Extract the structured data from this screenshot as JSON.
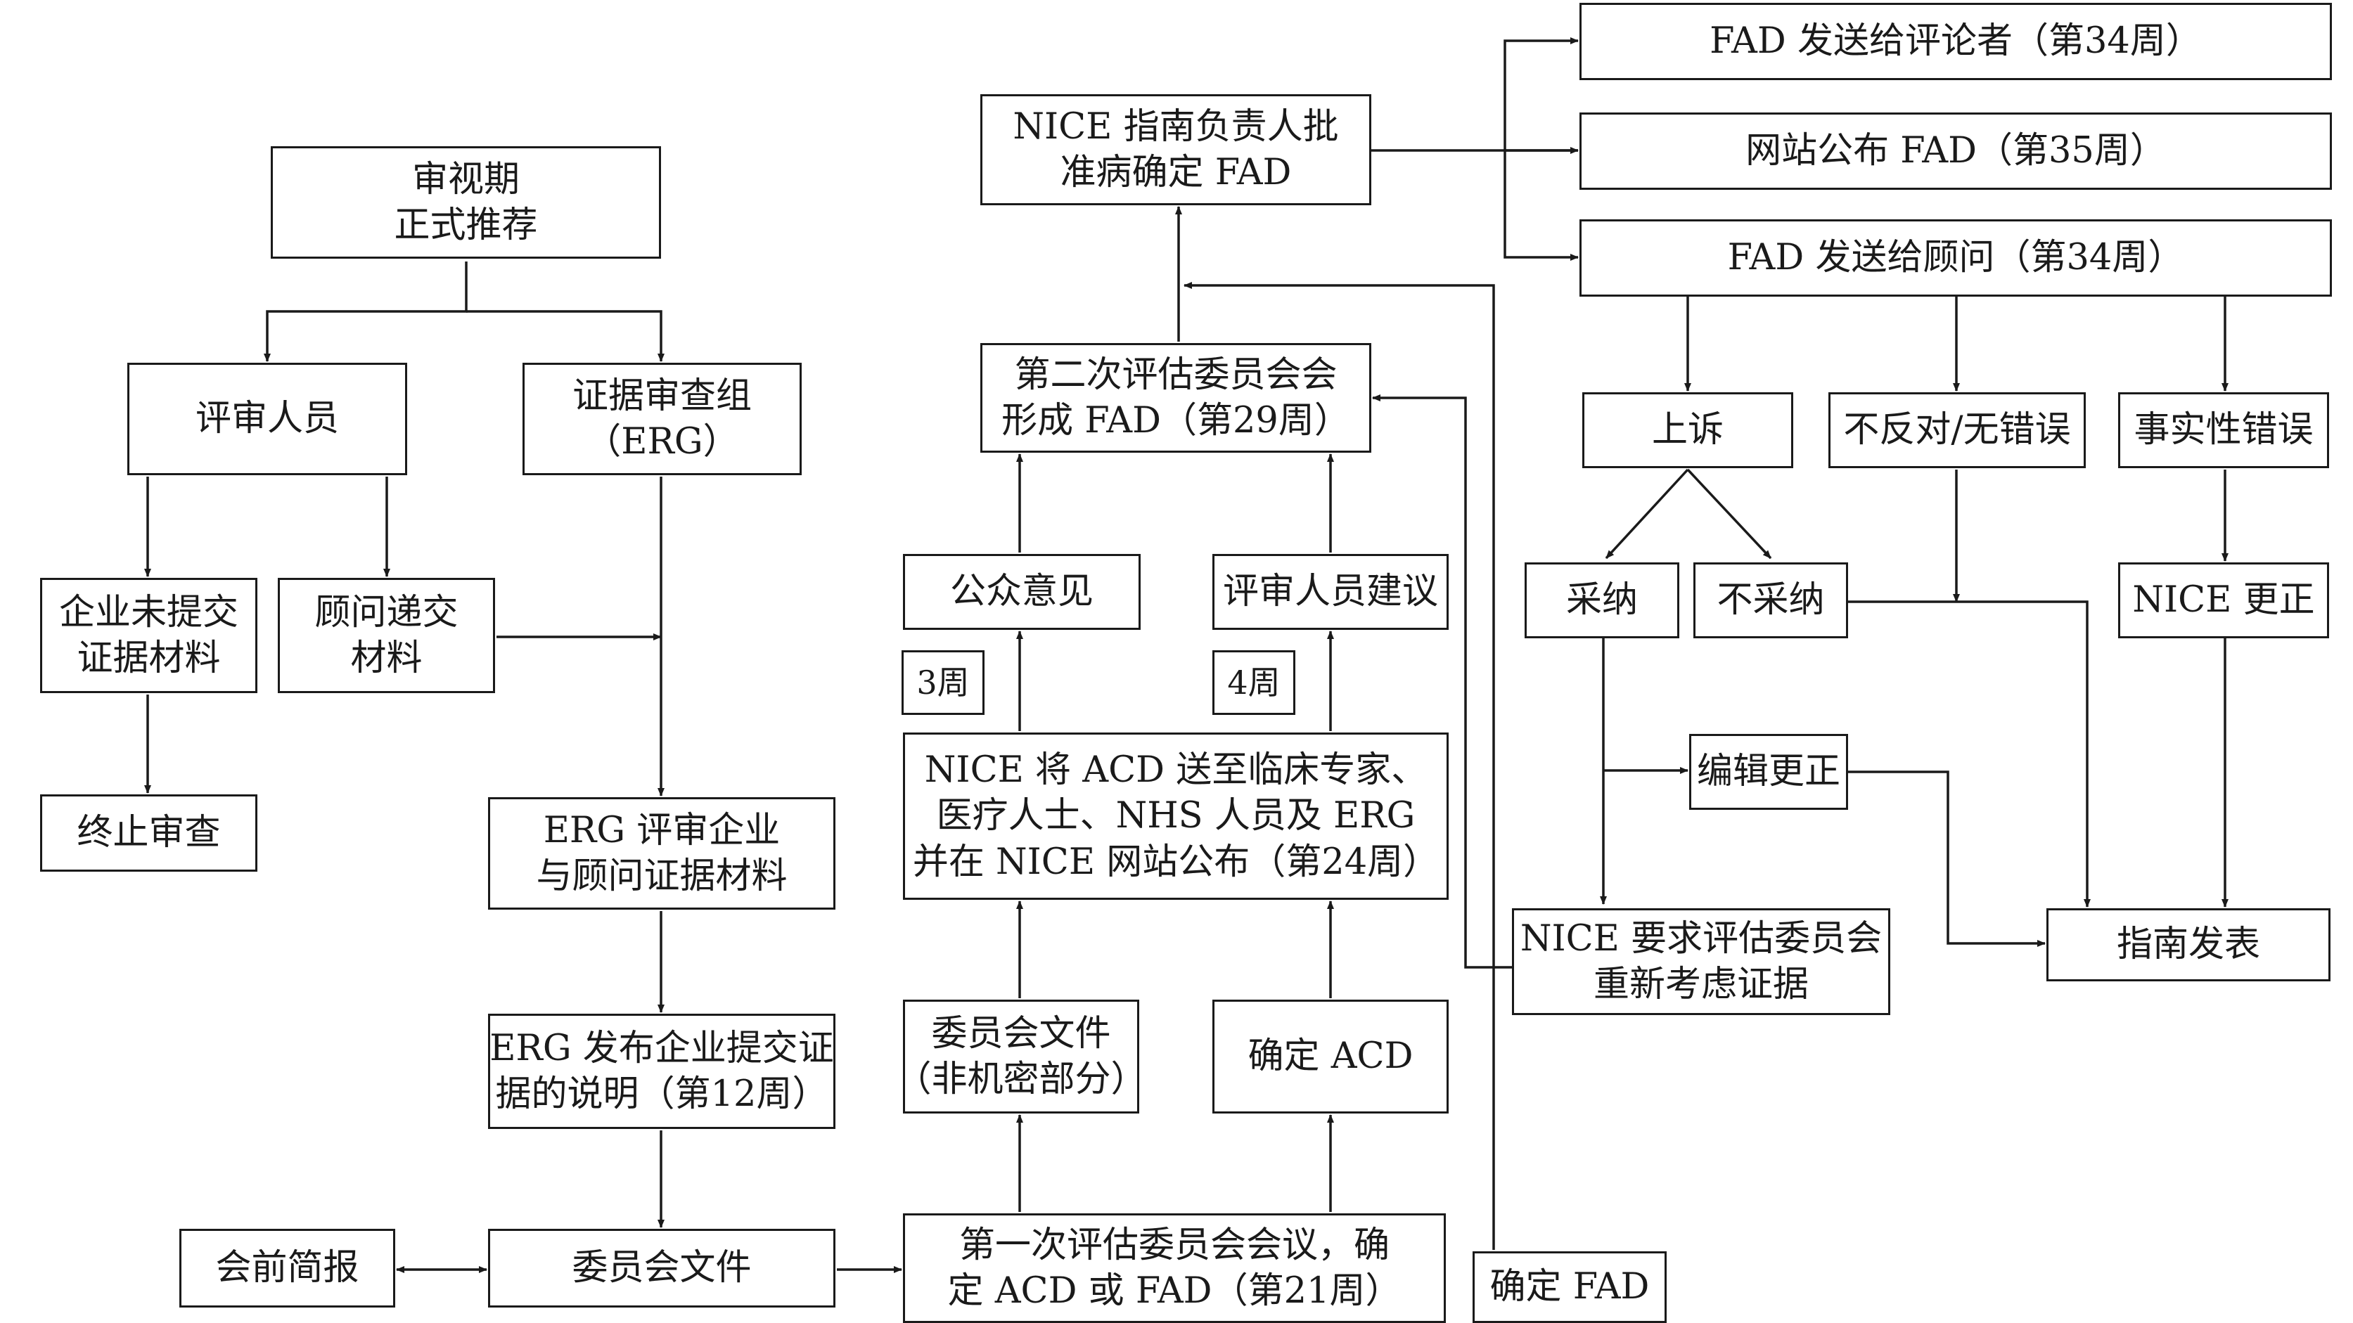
{
  "nodes": {
    "review_period": [
      "审视期",
      "正式推荐"
    ],
    "reviewers": [
      "评审人员"
    ],
    "erg_group": [
      "证据审查组",
      "（ERG）"
    ],
    "company_no_submit": [
      "企业未提交",
      "证据材料"
    ],
    "consultant_submit": [
      "顾问递交",
      "材料"
    ],
    "terminate_review": [
      "终止审查"
    ],
    "erg_review": [
      "ERG 评审企业",
      "与顾问证据材料"
    ],
    "erg_publish": [
      "ERG 发布企业提交证",
      "据的说明（第12周）"
    ],
    "pre_meeting_brief": [
      "会前简报"
    ],
    "committee_docs": [
      "委员会文件"
    ],
    "first_meeting": [
      "第一次评估委员会会议，确",
      "定 ACD 或 FAD（第21周）"
    ],
    "committee_docs_public": [
      "委员会文件",
      "（非机密部分）"
    ],
    "confirm_acd": [
      "确定 ACD"
    ],
    "nice_send_acd": [
      "NICE 将 ACD 送至临床专家、",
      "医疗人士、NHS 人员及 ERG",
      "并在 NICE 网站公布（第24周）"
    ],
    "weeks_3": [
      "3周"
    ],
    "weeks_4": [
      "4周"
    ],
    "public_opinion": [
      "公众意见"
    ],
    "reviewer_suggestion": [
      "评审人员建议"
    ],
    "second_meeting": [
      "第二次评估委员会会",
      "形成 FAD（第29周）"
    ],
    "nice_approve": [
      "NICE 指南负责人批",
      "准病确定 FAD"
    ],
    "confirm_fad": [
      "确定 FAD"
    ],
    "fad_to_commentators": [
      "FAD 发送给评论者（第34周）"
    ],
    "website_publish": [
      "网站公布 FAD（第35周）"
    ],
    "fad_to_consultants": [
      "FAD 发送给顾问（第34周）"
    ],
    "appeal": [
      "上诉"
    ],
    "no_objection": [
      "不反对/无错误"
    ],
    "factual_error": [
      "事实性错误"
    ],
    "accept": [
      "采纳"
    ],
    "reject": [
      "不采纳"
    ],
    "nice_correct": [
      "NICE 更正"
    ],
    "edit_correct": [
      "编辑更正"
    ],
    "reconsider": [
      "NICE 要求评估委员会",
      "重新考虑证据"
    ],
    "guideline_publish": [
      "指南发表"
    ]
  },
  "colors": {
    "line": "#1a1a1a",
    "box_border": "#1a1a1a",
    "background": "#ffffff"
  }
}
